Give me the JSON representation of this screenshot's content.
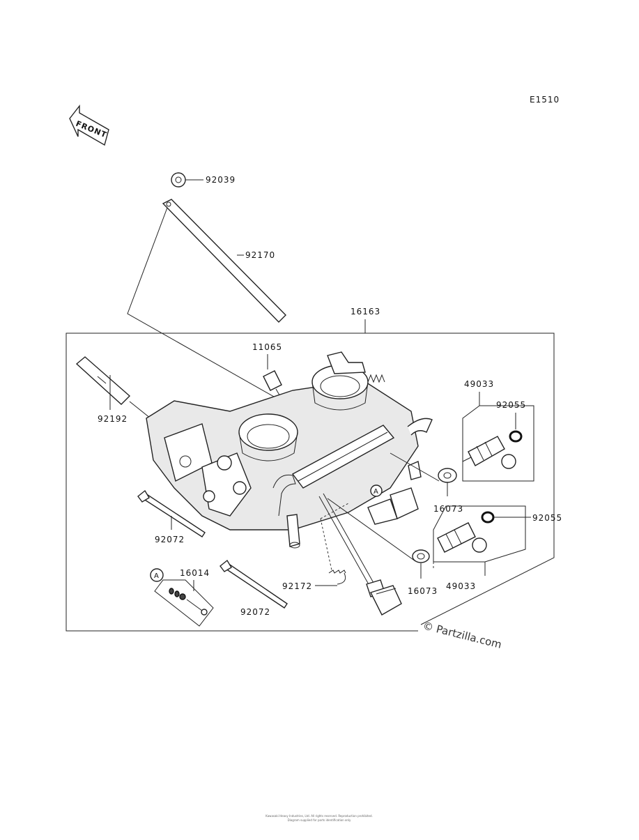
{
  "diagram": {
    "code": "E1510",
    "front_label": "FRONT",
    "watermark": "© Partzilla.com",
    "footer_line1": "Kawasaki Heavy Industries, Ltd. All rights reserved. Reproduction prohibited.",
    "footer_line2": "Diagram supplied for parts identification only",
    "callout_marker": "A",
    "parts": {
      "p92039": "92039",
      "p92170": "92170",
      "p16163": "16163",
      "p11065": "11065",
      "p92192": "92192",
      "p49033a": "49033",
      "p92055a": "92055",
      "p16073a": "16073",
      "p92055b": "92055",
      "p16073b": "16073",
      "p49033b": "49033",
      "p92072a": "92072",
      "p16014": "16014",
      "p92072b": "92072",
      "p92172": "92172"
    }
  }
}
